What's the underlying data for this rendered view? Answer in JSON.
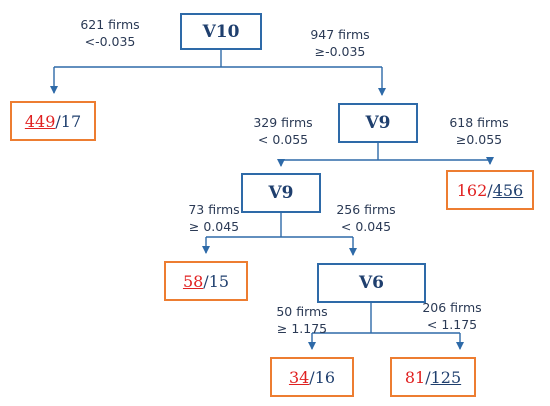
{
  "nodes": {
    "root": {
      "label": "V10"
    },
    "n_v9_right": {
      "label": "V9"
    },
    "n_v9_inner": {
      "label": "V9"
    },
    "n_v6": {
      "label": "V6"
    }
  },
  "leaves": {
    "leaf1": {
      "a": "449",
      "sep": "/",
      "b": "17"
    },
    "leaf2": {
      "a": "162",
      "sep": "/",
      "b": "456"
    },
    "leaf3": {
      "a": "58",
      "sep": "/",
      "b": "15"
    },
    "leaf4": {
      "a": "34",
      "sep": "/",
      "b": "16"
    },
    "leaf5": {
      "a": "81",
      "sep": "/",
      "b": "125"
    }
  },
  "edges": {
    "root_left": {
      "count": "621 firms",
      "cond": "<-0.035"
    },
    "root_right": {
      "count": "947 firms",
      "cond": "≥-0.035"
    },
    "v9r_left": {
      "count": "329 firms",
      "cond": "<  0.055"
    },
    "v9r_right": {
      "count": "618 firms",
      "cond": "≥0.055"
    },
    "v9i_left": {
      "count": "73 firms",
      "cond": "≥ 0.045"
    },
    "v9i_right": {
      "count": "256 firms",
      "cond": "< 0.045"
    },
    "v6_left": {
      "count": "50 firms",
      "cond": "≥ 1.175"
    },
    "v6_right": {
      "count": "206 firms",
      "cond": "< 1.175"
    }
  },
  "colors": {
    "decision_border": "#2e6aa8",
    "leaf_border": "#ed7d31",
    "connector": "#2e6aa8",
    "highlight_text": "#e02020",
    "text": "#1f3f6e"
  }
}
